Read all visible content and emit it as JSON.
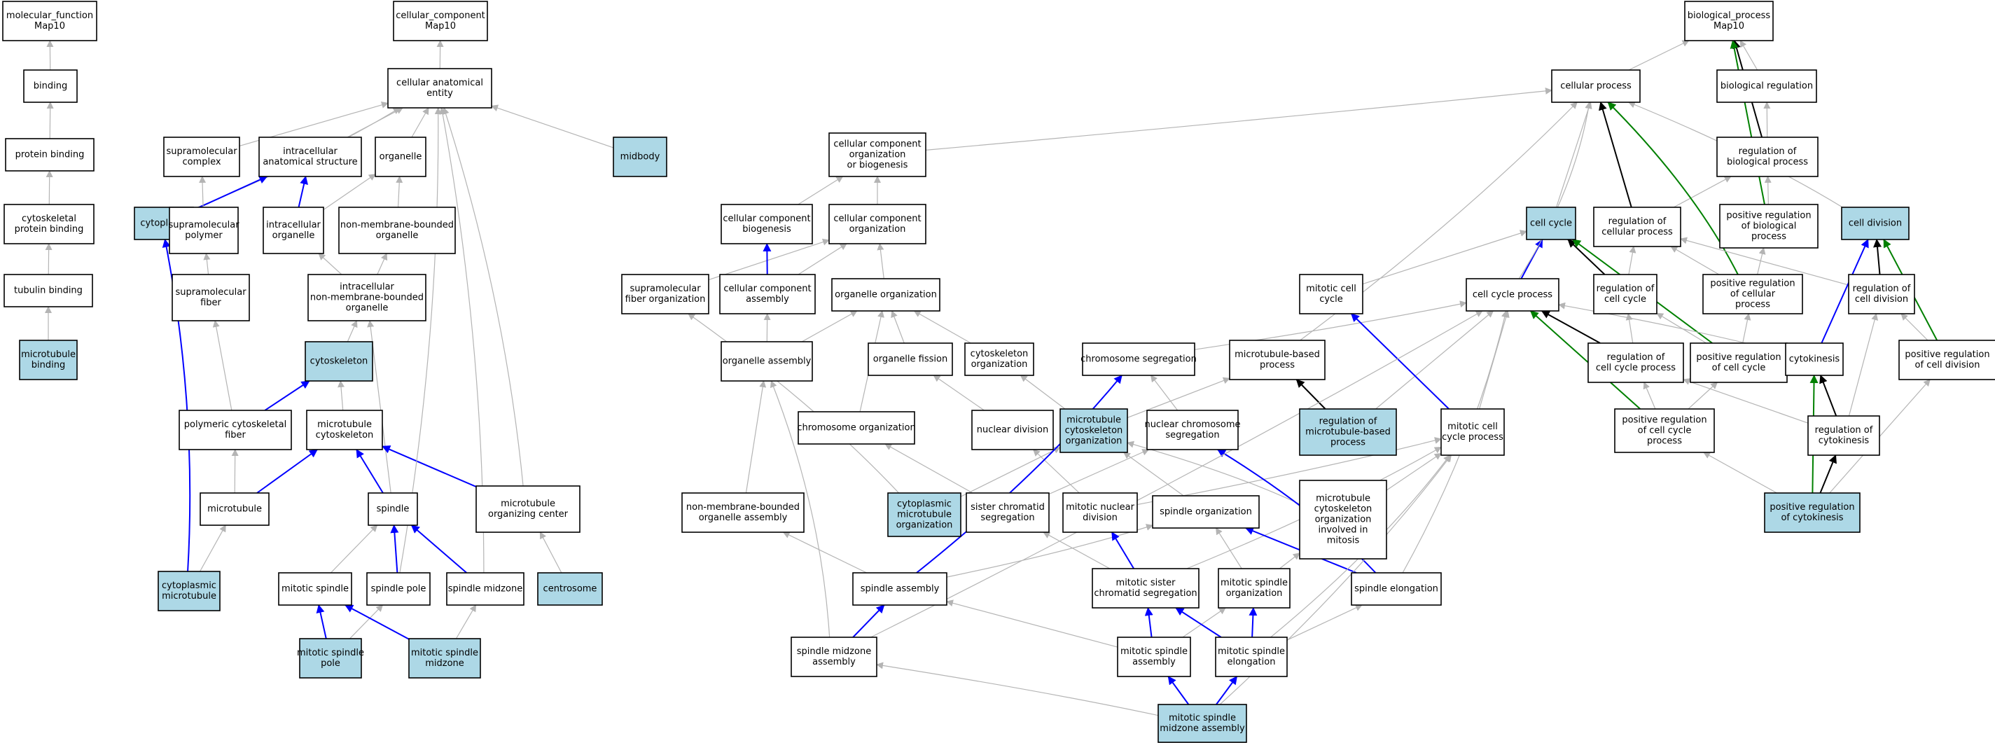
{
  "colors": {
    "highlight_fill": "#add8e6",
    "plain_fill": "#ffffff",
    "edge_gray": "#b4b4b4",
    "edge_blue": "#0000ff",
    "edge_black": "#000000",
    "edge_green": "#008000"
  },
  "nodes": [
    {
      "id": "mf",
      "lines": [
        "molecular_function",
        "Map10"
      ],
      "highlight": false
    },
    {
      "id": "binding",
      "lines": [
        "binding"
      ],
      "highlight": false
    },
    {
      "id": "protein_binding",
      "lines": [
        "protein binding"
      ],
      "highlight": false
    },
    {
      "id": "cytoskeletal_protein_binding",
      "lines": [
        "cytoskeletal",
        "protein binding"
      ],
      "highlight": false
    },
    {
      "id": "tubulin_binding",
      "lines": [
        "tubulin binding"
      ],
      "highlight": false
    },
    {
      "id": "microtubule_binding",
      "lines": [
        "microtubule",
        "binding"
      ],
      "highlight": true
    },
    {
      "id": "cc",
      "lines": [
        "cellular_component",
        "Map10"
      ],
      "highlight": false
    },
    {
      "id": "cell_anatomical_entity",
      "lines": [
        "cellular anatomical",
        "entity"
      ],
      "highlight": false
    },
    {
      "id": "supramolecular_complex",
      "lines": [
        "supramolecular",
        "complex"
      ],
      "highlight": false
    },
    {
      "id": "intracellular_anatomical_structure",
      "lines": [
        "intracellular",
        "anatomical structure"
      ],
      "highlight": false
    },
    {
      "id": "organelle",
      "lines": [
        "organelle"
      ],
      "highlight": false
    },
    {
      "id": "midbody",
      "lines": [
        "midbody"
      ],
      "highlight": true
    },
    {
      "id": "cytoplasm",
      "lines": [
        "cytoplasm"
      ],
      "highlight": true
    },
    {
      "id": "supramolecular_polymer",
      "lines": [
        "supramolecular",
        "polymer"
      ],
      "highlight": false
    },
    {
      "id": "intracellular_organelle",
      "lines": [
        "intracellular",
        "organelle"
      ],
      "highlight": false
    },
    {
      "id": "nmb_organelle",
      "lines": [
        "non-membrane-bounded",
        "organelle"
      ],
      "highlight": false
    },
    {
      "id": "supramolecular_fiber",
      "lines": [
        "supramolecular",
        "fiber"
      ],
      "highlight": false
    },
    {
      "id": "intracellular_nmb_organelle",
      "lines": [
        "intracellular",
        "non-membrane-bounded",
        "organelle"
      ],
      "highlight": false
    },
    {
      "id": "cytoskeleton",
      "lines": [
        "cytoskeleton"
      ],
      "highlight": true
    },
    {
      "id": "polymeric_cytoskeletal_fiber",
      "lines": [
        "polymeric cytoskeletal",
        "fiber"
      ],
      "highlight": false
    },
    {
      "id": "microtubule_cytoskeleton",
      "lines": [
        "microtubule",
        "cytoskeleton"
      ],
      "highlight": false
    },
    {
      "id": "microtubule",
      "lines": [
        "microtubule"
      ],
      "highlight": false
    },
    {
      "id": "spindle",
      "lines": [
        "spindle"
      ],
      "highlight": false
    },
    {
      "id": "mtoc",
      "lines": [
        "microtubule",
        "organizing center"
      ],
      "highlight": false
    },
    {
      "id": "cytoplasmic_microtubule",
      "lines": [
        "cytoplasmic",
        "microtubule"
      ],
      "highlight": true
    },
    {
      "id": "mitotic_spindle",
      "lines": [
        "mitotic spindle"
      ],
      "highlight": false
    },
    {
      "id": "spindle_pole",
      "lines": [
        "spindle pole"
      ],
      "highlight": false
    },
    {
      "id": "spindle_midzone",
      "lines": [
        "spindle midzone"
      ],
      "highlight": false
    },
    {
      "id": "centrosome",
      "lines": [
        "centrosome"
      ],
      "highlight": true
    },
    {
      "id": "mitotic_spindle_pole",
      "lines": [
        "mitotic spindle",
        "pole"
      ],
      "highlight": true
    },
    {
      "id": "mitotic_spindle_midzone",
      "lines": [
        "mitotic spindle",
        "midzone"
      ],
      "highlight": true
    },
    {
      "id": "bp",
      "lines": [
        "biological_process",
        "Map10"
      ],
      "highlight": false
    },
    {
      "id": "cellular_process",
      "lines": [
        "cellular process"
      ],
      "highlight": false
    },
    {
      "id": "biological_regulation",
      "lines": [
        "biological regulation"
      ],
      "highlight": false
    },
    {
      "id": "cc_org_biogenesis",
      "lines": [
        "cellular component",
        "organization",
        "or biogenesis"
      ],
      "highlight": false
    },
    {
      "id": "reg_bio_process",
      "lines": [
        "regulation of",
        "biological process"
      ],
      "highlight": false
    },
    {
      "id": "cc_biogenesis",
      "lines": [
        "cellular component",
        "biogenesis"
      ],
      "highlight": false
    },
    {
      "id": "cc_organization",
      "lines": [
        "cellular component",
        "organization"
      ],
      "highlight": false
    },
    {
      "id": "cell_cycle",
      "lines": [
        "cell cycle"
      ],
      "highlight": true
    },
    {
      "id": "reg_cellular_process",
      "lines": [
        "regulation of",
        "cellular process"
      ],
      "highlight": false
    },
    {
      "id": "pos_reg_bio_process",
      "lines": [
        "positive regulation",
        "of biological",
        "process"
      ],
      "highlight": false
    },
    {
      "id": "cell_division",
      "lines": [
        "cell division"
      ],
      "highlight": true
    },
    {
      "id": "supramolecular_fiber_org",
      "lines": [
        "supramolecular",
        "fiber organization"
      ],
      "highlight": false
    },
    {
      "id": "cc_assembly",
      "lines": [
        "cellular component",
        "assembly"
      ],
      "highlight": false
    },
    {
      "id": "organelle_organization",
      "lines": [
        "organelle organization"
      ],
      "highlight": false
    },
    {
      "id": "mitotic_cell_cycle",
      "lines": [
        "mitotic cell",
        "cycle"
      ],
      "highlight": false
    },
    {
      "id": "cell_cycle_process",
      "lines": [
        "cell cycle process"
      ],
      "highlight": false
    },
    {
      "id": "reg_cell_cycle",
      "lines": [
        "regulation of",
        "cell cycle"
      ],
      "highlight": false
    },
    {
      "id": "pos_reg_cellular_process",
      "lines": [
        "positive regulation",
        "of cellular",
        "process"
      ],
      "highlight": false
    },
    {
      "id": "reg_cell_division",
      "lines": [
        "regulation of",
        "cell division"
      ],
      "highlight": false
    },
    {
      "id": "organelle_assembly",
      "lines": [
        "organelle assembly"
      ],
      "highlight": false
    },
    {
      "id": "organelle_fission",
      "lines": [
        "organelle fission"
      ],
      "highlight": false
    },
    {
      "id": "cytoskeleton_organization",
      "lines": [
        "cytoskeleton",
        "organization"
      ],
      "highlight": false
    },
    {
      "id": "chromosome_segregation",
      "lines": [
        "chromosome segregation"
      ],
      "highlight": false
    },
    {
      "id": "microtubule_based_process",
      "lines": [
        "microtubule-based",
        "process"
      ],
      "highlight": false
    },
    {
      "id": "reg_cell_cycle_process",
      "lines": [
        "regulation of",
        "cell cycle process"
      ],
      "highlight": false
    },
    {
      "id": "pos_reg_cell_cycle",
      "lines": [
        "positive regulation",
        "of cell cycle"
      ],
      "highlight": false
    },
    {
      "id": "cytokinesis",
      "lines": [
        "cytokinesis"
      ],
      "highlight": false
    },
    {
      "id": "pos_reg_cell_division",
      "lines": [
        "positive regulation",
        "of cell division"
      ],
      "highlight": false
    },
    {
      "id": "chromosome_organization",
      "lines": [
        "chromosome organization"
      ],
      "highlight": false
    },
    {
      "id": "nuclear_division",
      "lines": [
        "nuclear division"
      ],
      "highlight": false
    },
    {
      "id": "microtubule_cytoskeleton_org",
      "lines": [
        "microtubule",
        "cytoskeleton",
        "organization"
      ],
      "highlight": true
    },
    {
      "id": "nuclear_chromosome_segregation",
      "lines": [
        "nuclear chromosome",
        "segregation"
      ],
      "highlight": false
    },
    {
      "id": "reg_microtubule_based_process",
      "lines": [
        "regulation of",
        "microtubule-based",
        "process"
      ],
      "highlight": true
    },
    {
      "id": "mitotic_cell_cycle_process",
      "lines": [
        "mitotic cell",
        "cycle process"
      ],
      "highlight": false
    },
    {
      "id": "pos_reg_cell_cycle_process",
      "lines": [
        "positive regulation",
        "of cell cycle",
        "process"
      ],
      "highlight": false
    },
    {
      "id": "reg_cytokinesis",
      "lines": [
        "regulation of",
        "cytokinesis"
      ],
      "highlight": false
    },
    {
      "id": "nmb_organelle_assembly",
      "lines": [
        "non-membrane-bounded",
        "organelle assembly"
      ],
      "highlight": false
    },
    {
      "id": "cytoplasmic_microtubule_org",
      "lines": [
        "cytoplasmic",
        "microtubule",
        "organization"
      ],
      "highlight": true
    },
    {
      "id": "sister_chromatid_segregation",
      "lines": [
        "sister chromatid",
        "segregation"
      ],
      "highlight": false
    },
    {
      "id": "mitotic_nuclear_division",
      "lines": [
        "mitotic nuclear",
        "division"
      ],
      "highlight": false
    },
    {
      "id": "spindle_organization",
      "lines": [
        "spindle organization"
      ],
      "highlight": false
    },
    {
      "id": "mt_cyto_org_mitosis",
      "lines": [
        "microtubule",
        "cytoskeleton",
        "organization",
        "involved in",
        "mitosis"
      ],
      "highlight": false
    },
    {
      "id": "pos_reg_cytokinesis",
      "lines": [
        "positive regulation",
        "of cytokinesis"
      ],
      "highlight": true
    },
    {
      "id": "spindle_assembly",
      "lines": [
        "spindle assembly"
      ],
      "highlight": false
    },
    {
      "id": "mitotic_sister_chromatid_seg",
      "lines": [
        "mitotic sister",
        "chromatid segregation"
      ],
      "highlight": false
    },
    {
      "id": "mitotic_spindle_organization",
      "lines": [
        "mitotic spindle",
        "organization"
      ],
      "highlight": false
    },
    {
      "id": "spindle_elongation",
      "lines": [
        "spindle elongation"
      ],
      "highlight": false
    },
    {
      "id": "spindle_midzone_assembly",
      "lines": [
        "spindle midzone",
        "assembly"
      ],
      "highlight": false
    },
    {
      "id": "mitotic_spindle_assembly",
      "lines": [
        "mitotic spindle",
        "assembly"
      ],
      "highlight": false
    },
    {
      "id": "mitotic_spindle_elongation",
      "lines": [
        "mitotic spindle",
        "elongation"
      ],
      "highlight": false
    },
    {
      "id": "mitotic_spindle_midzone_assembly",
      "lines": [
        "mitotic spindle",
        "midzone assembly"
      ],
      "highlight": true
    }
  ]
}
